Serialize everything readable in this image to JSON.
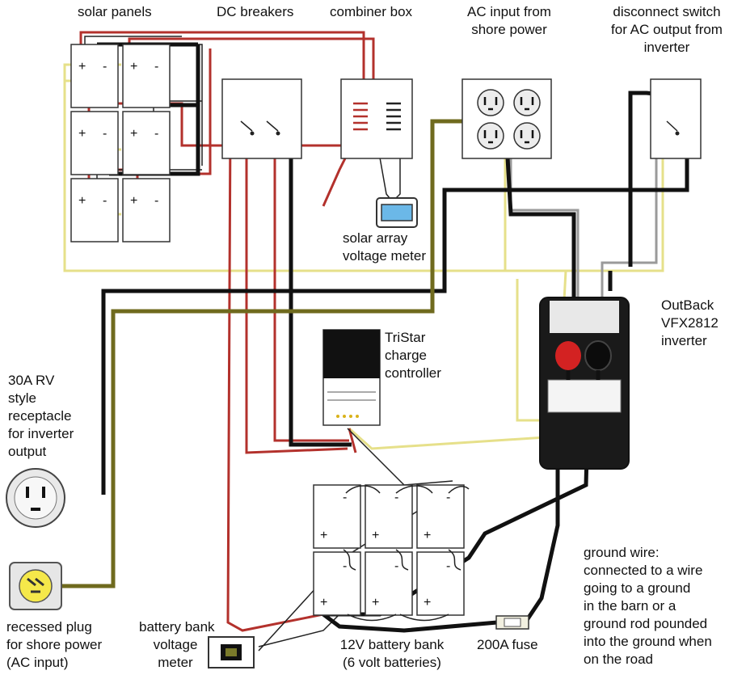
{
  "labels": {
    "solar_panels": "solar panels",
    "dc_breakers": "DC breakers",
    "combiner_box": "combiner box",
    "ac_input": "AC input from\nshore power",
    "disconnect": "disconnect switch\nfor AC output from\ninverter",
    "meter": "solar array\nvoltage meter",
    "inverter": "OutBack\nVFX2812\ninverter",
    "tristar": "TriStar\ncharge\ncontroller",
    "rv": "30A RV\nstyle\nreceptacle\nfor inverter\noutput",
    "ground": "ground wire:\nconnected to a wire\ngoing to a ground\nin the barn or a\nground rod pounded\ninto the ground when\non the road",
    "recessed": "recessed plug\nfor shore power\n(AC input)",
    "bb_meter": "battery bank\nvoltage\nmeter",
    "battery_bank": "12V battery bank\n(6 volt batteries)",
    "fuse": "200A fuse"
  },
  "terminals": {
    "plus": "+",
    "minus": "-"
  },
  "colors": {
    "red": "#b3312c",
    "black": "#111111",
    "olive": "#6f6a1e",
    "yellow": "#e6e08a",
    "gray": "#9a9a9a",
    "meter_screen": "#6bb8e8"
  }
}
